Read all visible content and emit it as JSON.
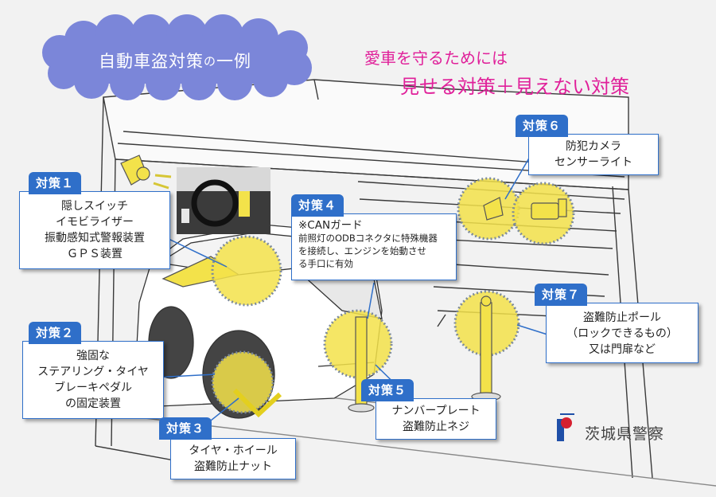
{
  "title": {
    "main": "自動車盗対策",
    "particle": "の",
    "tail": "一例"
  },
  "headline": {
    "line1": "愛車を守るためには",
    "line2": "見せる対策＋見えない対策"
  },
  "measures": [
    {
      "tag": "対策１",
      "lines": [
        "隠しスイッチ",
        "イモビライザー",
        "振動感知式警報装置",
        "ＧＰＳ装置"
      ]
    },
    {
      "tag": "対策２",
      "lines": [
        "強固な",
        "ステアリング・タイヤ",
        "ブレーキペダル",
        "の固定装置"
      ]
    },
    {
      "tag": "対策３",
      "lines": [
        "タイヤ・ホイール",
        "盗難防止ナット"
      ]
    },
    {
      "tag": "対策４",
      "lines": [
        "※CANガード",
        "前照灯のODBコネクタに特殊機器",
        "を接続し、エンジンを始動させ",
        "る手口に有効"
      ]
    },
    {
      "tag": "対策５",
      "lines": [
        "ナンバープレート",
        "盗難防止ネジ"
      ]
    },
    {
      "tag": "対策６",
      "lines": [
        "防犯カメラ",
        "センサーライト"
      ]
    },
    {
      "tag": "対策７",
      "lines": [
        "盗難防止ポール",
        "（ロックできるもの）",
        "又は門扉など"
      ]
    }
  ],
  "logo": {
    "text": "茨城県警察"
  },
  "colors": {
    "tag_blue": "#2f6fc9",
    "headline_pink": "#e0209a",
    "cloud_blue": "#7b86d9",
    "highlight_yellow": "#f3e24a"
  }
}
